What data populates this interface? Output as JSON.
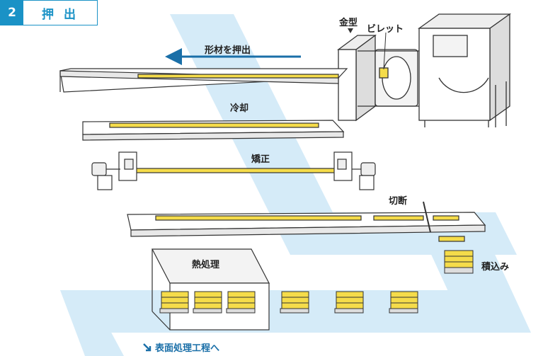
{
  "header": {
    "number": "2",
    "title": "押出"
  },
  "labels": {
    "die": "金型",
    "billet": "ビレット",
    "extrude": "形材を押出",
    "cooling": "冷却",
    "straighten": "矯正",
    "cutting": "切断",
    "heat": "熱処理",
    "stack": "積込み"
  },
  "next": {
    "text": "表面処理工程へ",
    "icon": "arrow-down-right-icon"
  },
  "colors": {
    "accent": "#1a92c6",
    "flow": "#d5ebf8",
    "profile": "#f5dc4a",
    "outline": "#333333",
    "arrow": "#1a6fa8"
  }
}
